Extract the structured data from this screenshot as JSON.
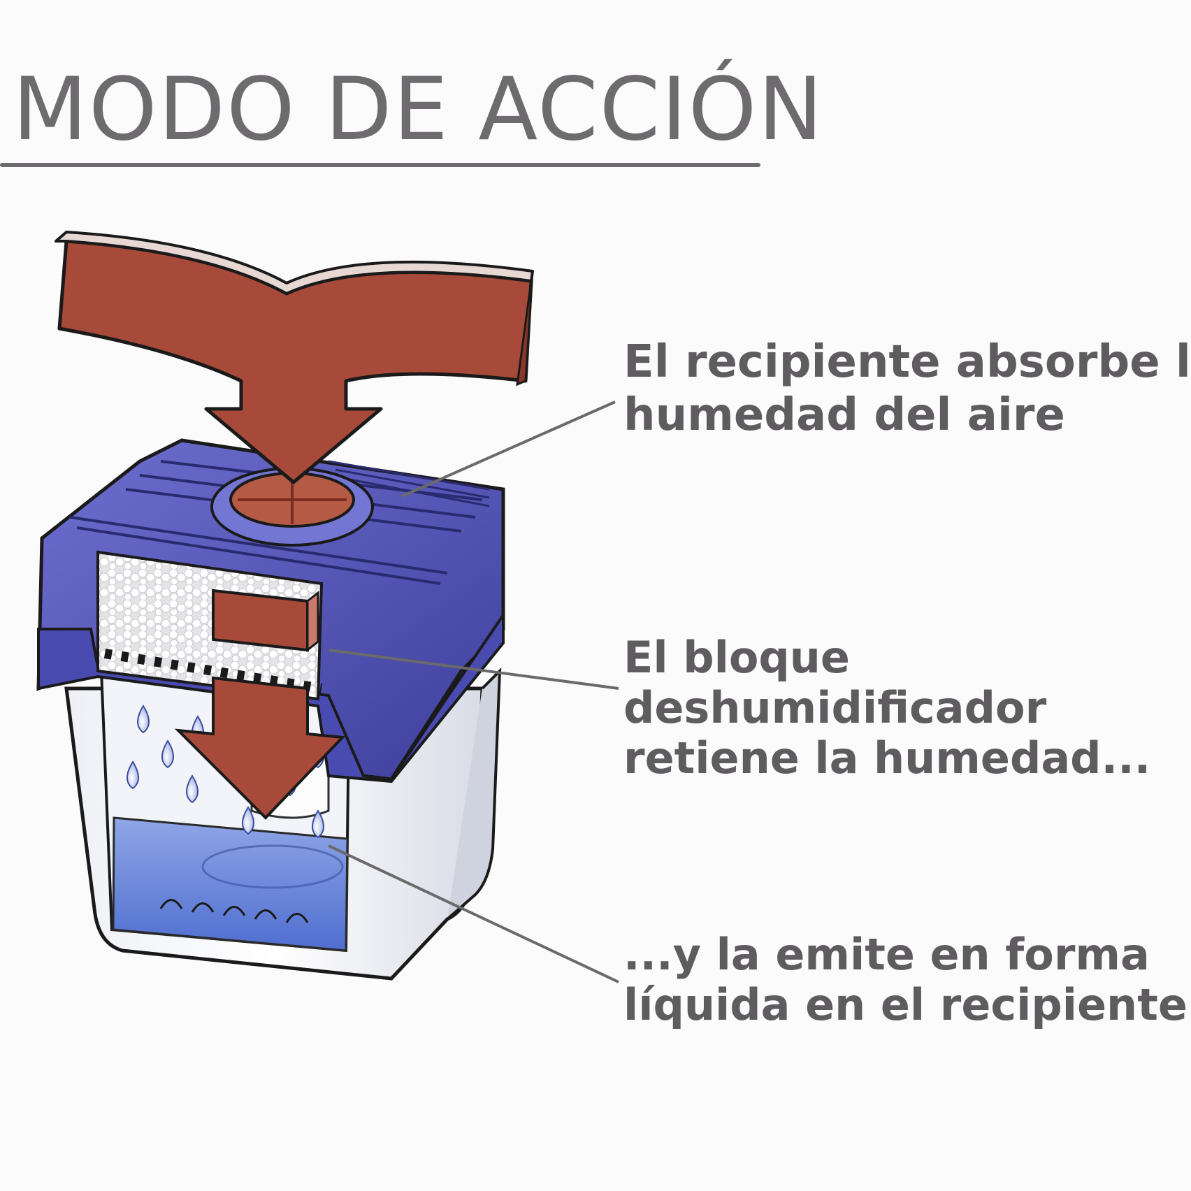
{
  "title": "MODO DE ACCIÓN",
  "labels": {
    "step1": [
      "El recipiente absorbe la",
      "humedad del aire"
    ],
    "step2": [
      "El bloque",
      "deshumidificador",
      "retiene la humedad..."
    ],
    "step3": [
      "...y la emite en forma",
      "líquida en el recipiente"
    ]
  },
  "colors": {
    "title": "#6d6b6e",
    "text": "#5e5c5f",
    "arrow": "#a84a3a",
    "lid": "#5152b2",
    "water": "#6c89d8",
    "leader": "#6a6a6a"
  },
  "icons": {
    "arrow": "down-arrow-icon",
    "droplet": "droplet-icon",
    "container": "dehumidifier-container-icon"
  }
}
